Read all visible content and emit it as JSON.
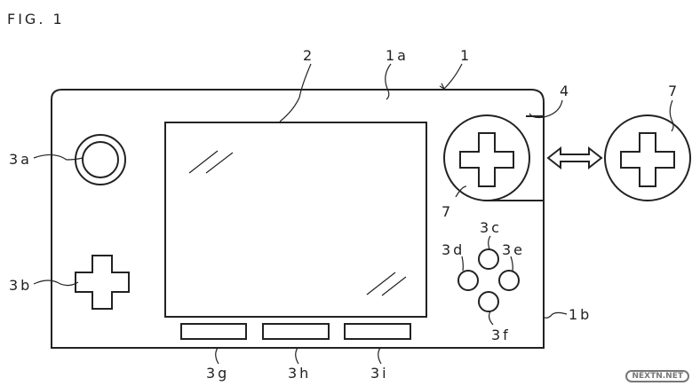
{
  "figure_title": "FIG. 1",
  "labels": {
    "device": "1",
    "upper_housing": "1a",
    "lower_housing": "1b",
    "screen": "2",
    "analog_stick": "3a",
    "dpad": "3b",
    "button_c": "3c",
    "button_d": "3d",
    "button_e": "3e",
    "button_f": "3f",
    "button_g": "3g",
    "button_h": "3h",
    "button_i": "3i",
    "slot": "4",
    "attachment_mounted": "7",
    "attachment_detached": "7"
  },
  "watermark": "NEXTN.NET"
}
